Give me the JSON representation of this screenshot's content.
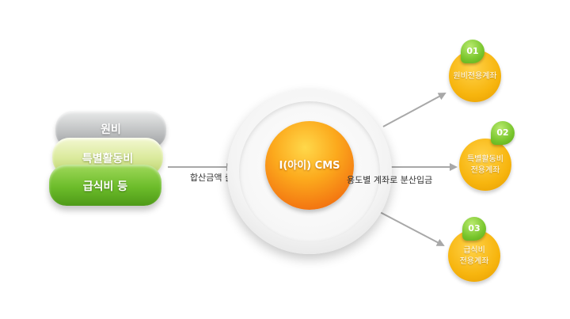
{
  "stack": {
    "items": [
      {
        "label": "원비"
      },
      {
        "label": "특별활동비"
      },
      {
        "label": "급식비 등"
      }
    ]
  },
  "flow": {
    "in_label": "합산금액 출금",
    "out_label": "용도별 계좌로 분산입금"
  },
  "center": {
    "label": "I(아이) CMS"
  },
  "accounts": [
    {
      "number": "01",
      "lines": [
        "원비전용계좌"
      ]
    },
    {
      "number": "02",
      "lines": [
        "특별활동비",
        "전용계좌"
      ]
    },
    {
      "number": "03",
      "lines": [
        "급식비",
        "전용계좌"
      ]
    }
  ],
  "colors": {
    "arrow": "#a8a8a8",
    "accent_orange": "#f47a12",
    "accent_yellow": "#f7b50e",
    "accent_green": "#6cbc2a"
  }
}
